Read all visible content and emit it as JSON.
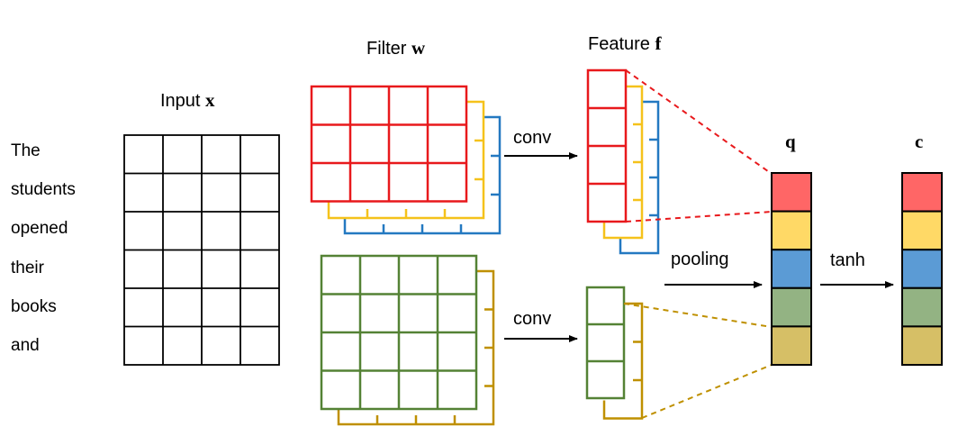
{
  "words": [
    "The",
    "students",
    "opened",
    "their",
    "books",
    "and"
  ],
  "input_label": {
    "text": "Input ",
    "var": "x"
  },
  "filter_label": {
    "text": "Filter ",
    "var": "w"
  },
  "feature_label": {
    "text": "Feature ",
    "var": "f"
  },
  "conv_top": "conv",
  "conv_bottom": "conv",
  "pooling": "pooling",
  "tanh": "tanh",
  "q_label": "q",
  "c_label": "c",
  "colors": {
    "red": "#e8191c",
    "yellow": "#f5c21b",
    "blue": "#2479c1",
    "green": "#548235",
    "olive": "#bf9000",
    "cell_red": "#ff6666",
    "cell_yellow": "#ffd966",
    "cell_blue": "#5b9bd5",
    "cell_green": "#93b383",
    "cell_olive": "#d6bf66"
  }
}
